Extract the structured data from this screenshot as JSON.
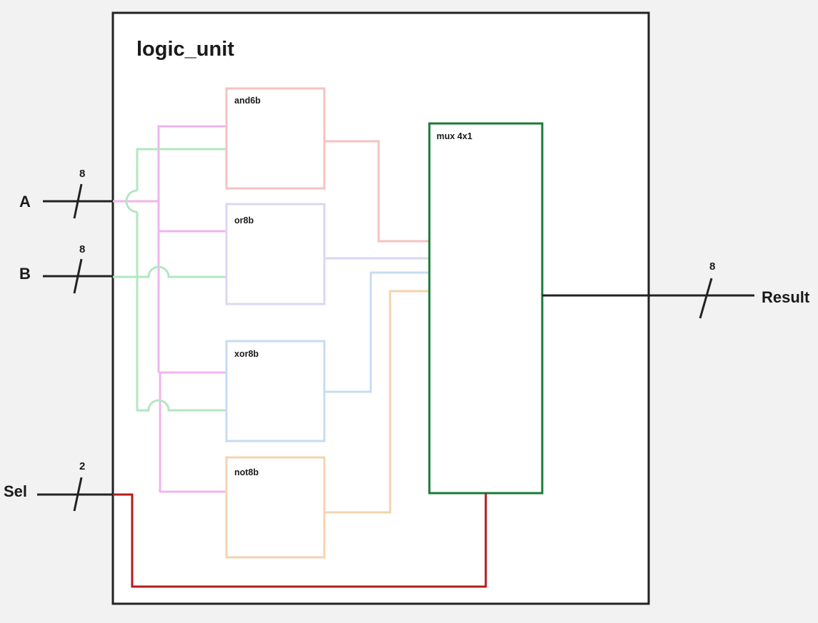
{
  "module": {
    "name": "logic_unit"
  },
  "inputs": [
    {
      "name": "A",
      "width": "8"
    },
    {
      "name": "B",
      "width": "8"
    },
    {
      "name": "Sel",
      "width": "2"
    }
  ],
  "output": {
    "name": "Result",
    "width": "8"
  },
  "blocks": {
    "and": "and6b",
    "or": "or8b",
    "xor": "xor8b",
    "not": "not8b",
    "mux": "mux 4x1"
  },
  "colors": {
    "background": "#f2f2f2",
    "module_border": "#222222",
    "wire_a": "#f0b4ee",
    "wire_b": "#b3e6c3",
    "and_block": "#f5c2bf",
    "or_block": "#ddd6f2",
    "xor_block": "#c7dcf2",
    "not_block": "#f3d3b0",
    "mux_block": "#1a7a36",
    "sel_wire": "#b31b1b",
    "io_wire": "#222222"
  }
}
